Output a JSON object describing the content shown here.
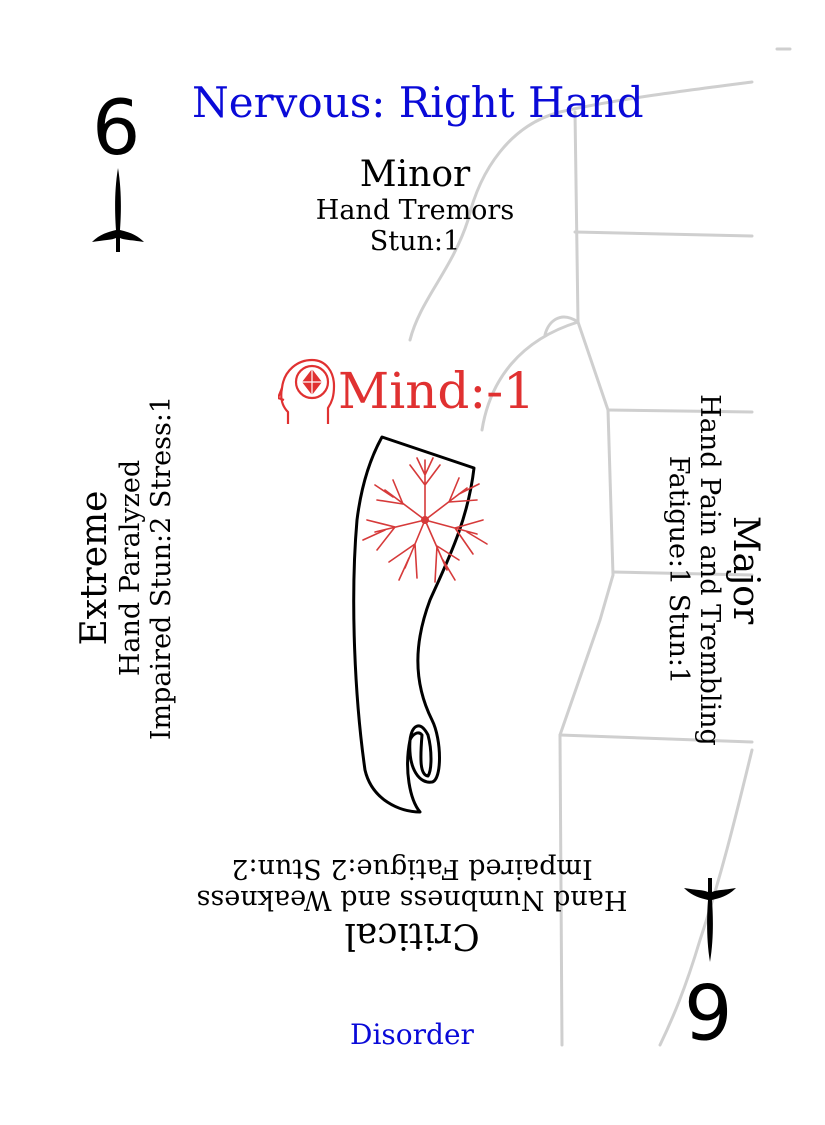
{
  "card": {
    "rank": "6",
    "title": "Nervous: Right Hand",
    "footer": "Disorder",
    "accent_color": "#0a0ad8",
    "effect_color": "#e03131",
    "suit_icon": "spade-dagger-icon",
    "effect_icon": "head-gem-icon",
    "effect": "Mind:-1",
    "minor": {
      "heading": "Minor",
      "name": "Hand Tremors",
      "effect": "Stun:1"
    },
    "major": {
      "heading": "Major",
      "name": "Hand Pain and Trembling",
      "effect": "Fatigue:1 Stun:1"
    },
    "critical": {
      "heading": "Critical",
      "name": "Hand Numbness and Weakness",
      "effect": "Impaired Fatigue:2 Stun:2"
    },
    "extreme": {
      "heading": "Extreme",
      "name": "Hand Paralyzed",
      "effect": "Impaired Stun:2 Stress:1"
    }
  }
}
